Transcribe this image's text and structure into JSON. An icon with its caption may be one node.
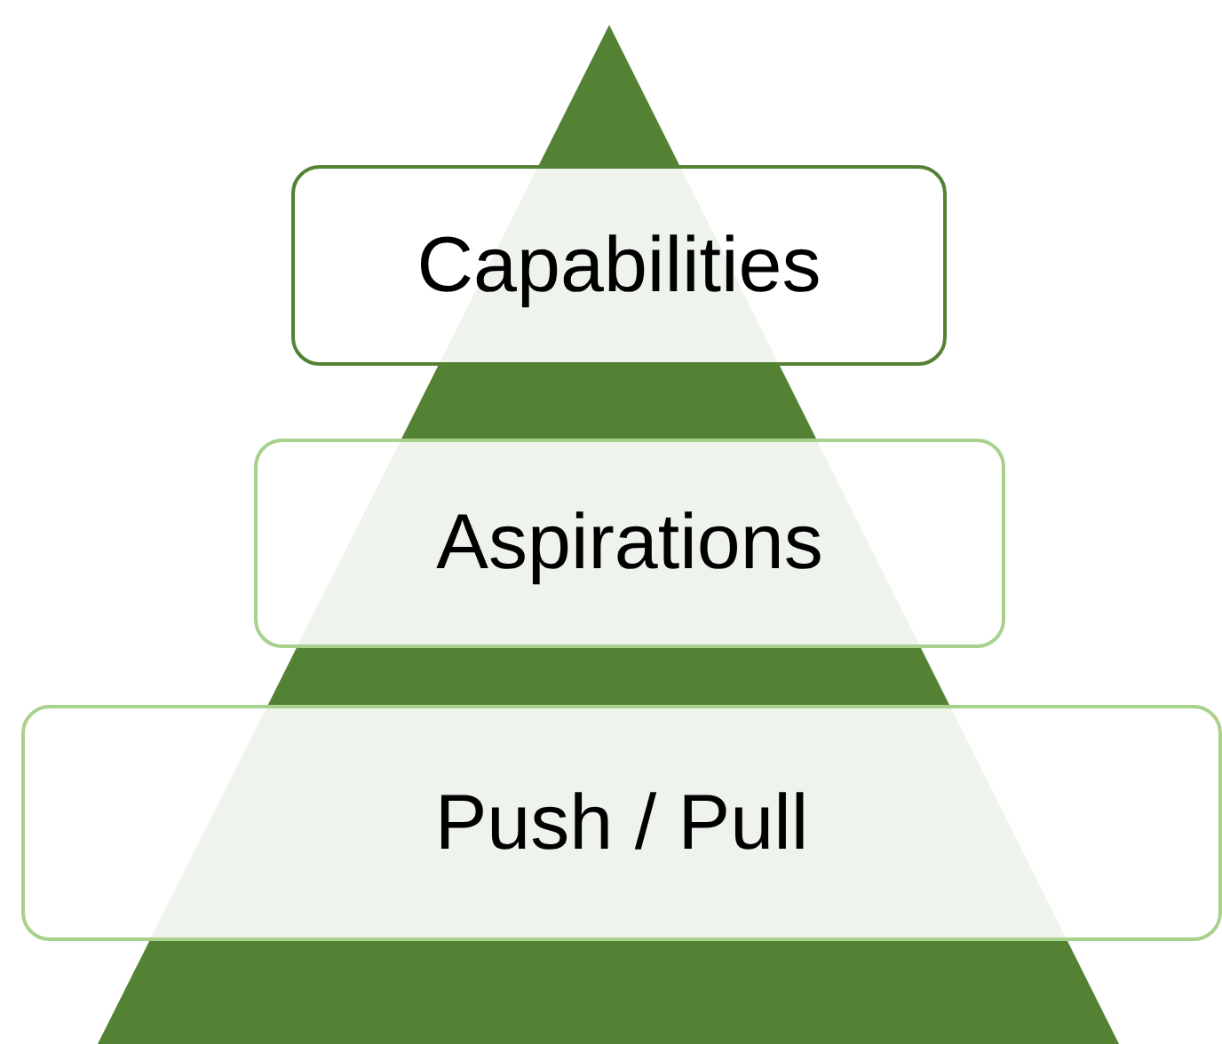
{
  "diagram": {
    "nodes": [
      {
        "text": [
          "Capabilities"
        ]
      },
      {
        "text": [
          "Aspirations"
        ]
      },
      {
        "text": [
          "Push / Pull"
        ]
      }
    ]
  }
}
